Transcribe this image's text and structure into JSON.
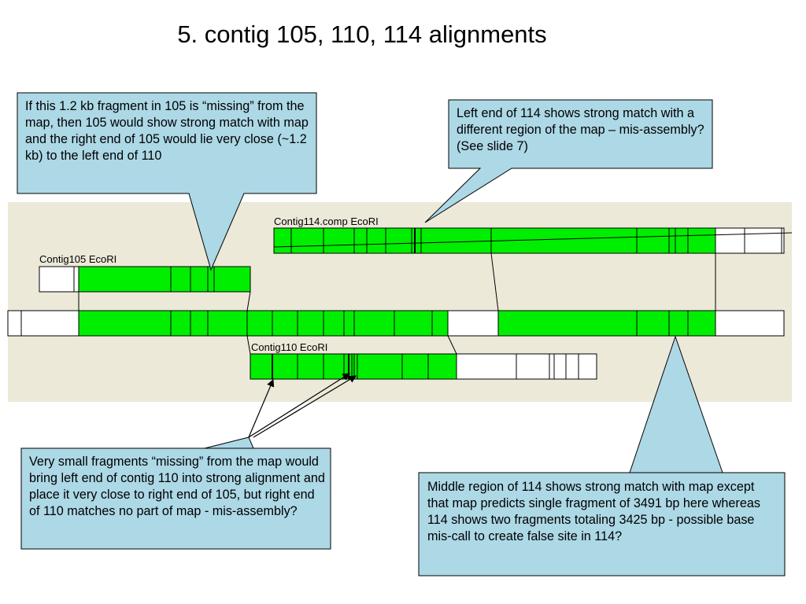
{
  "slide_title": "5. contig 105, 110, 114 alignments",
  "colors": {
    "panel": "#ECE9D8",
    "fragment_match": "#00EE00",
    "fragment_unmatched": "#FFFFFF",
    "callout_fill": "#ADD8E6",
    "line": "#000000"
  },
  "contigs": {
    "contig114": {
      "label": "Contig114.comp EcoRI"
    },
    "contig105": {
      "label": "Contig105 EcoRI"
    },
    "contig110": {
      "label": "Contig110 EcoRI"
    }
  },
  "callouts": {
    "top_left": "If this 1.2 kb fragment in 105 is “missing” from the map, then 105 would show strong match with map and the right end of 105 would lie very close (~1.2 kb) to the left end of 110",
    "top_right": "Left end of 114 shows strong match with a different region of the map – mis-assembly? (See slide 7)",
    "bottom_left": "Very small fragments “missing” from the map would bring left end of contig 110 into strong alignment and place it very close to right end of 105, but right end of 110 matches no part of map  - mis-assembly?",
    "bottom_right": "Middle region of 114 shows strong match with map except that map predicts single fragment of 3491 bp here whereas 114 shows two fragments totaling 3425 bp - possible base mis-call to create false site in 114?"
  }
}
